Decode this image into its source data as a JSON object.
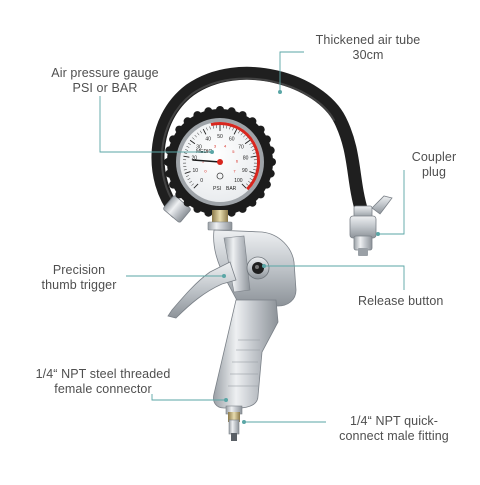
{
  "colors": {
    "callout_line": "#5aa6a6",
    "text": "#4f4f4f",
    "hose": "#1f1f1f",
    "metal": "#c9cdd1",
    "gauge_red": "#d8261e"
  },
  "labels": {
    "air_tube": {
      "line1": "Thickened air tube",
      "line2": "30cm"
    },
    "gauge": {
      "line1": "Air pressure gauge",
      "line2": "PSI or BAR"
    },
    "coupler": {
      "line1": "Coupler",
      "line2": "plug"
    },
    "trigger": {
      "line1": "Precision",
      "line2": "thumb trigger"
    },
    "release": {
      "line1": "Release button"
    },
    "female": {
      "line1": "1/4“ NPT steel threaded",
      "line2": "female connector"
    },
    "male": {
      "line1": "1/4“ NPT quick-",
      "line2": "connect male fitting"
    }
  },
  "gauge_face": {
    "brand": "MEDIC",
    "psi_ticks": [
      "0",
      "10",
      "20",
      "30",
      "40",
      "50",
      "60",
      "70",
      "80",
      "90",
      "100"
    ],
    "bar_ticks": [
      "0",
      "1",
      "2",
      "3",
      "4",
      "5",
      "6",
      "7"
    ],
    "psi_unit": "PSI",
    "bar_unit": "BAR"
  }
}
